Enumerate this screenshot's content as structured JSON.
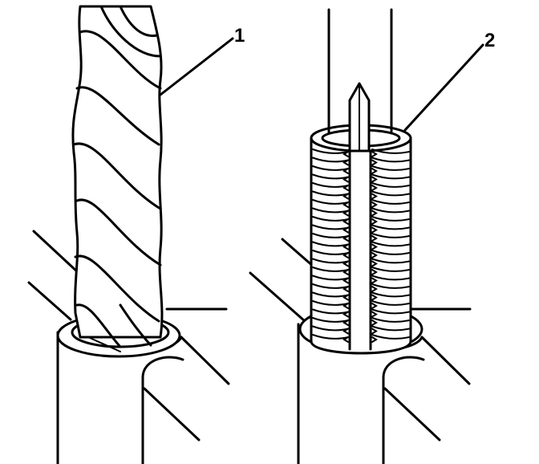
{
  "callouts": [
    {
      "number": "1"
    },
    {
      "number": "2"
    }
  ],
  "colors": {
    "ink": "#000000",
    "paper": "#ffffff"
  },
  "illustrations": [
    {
      "id": "drill-bit",
      "icon": "twist-drill-icon"
    },
    {
      "id": "thread-tap",
      "icon": "threaded-insert-icon"
    }
  ]
}
